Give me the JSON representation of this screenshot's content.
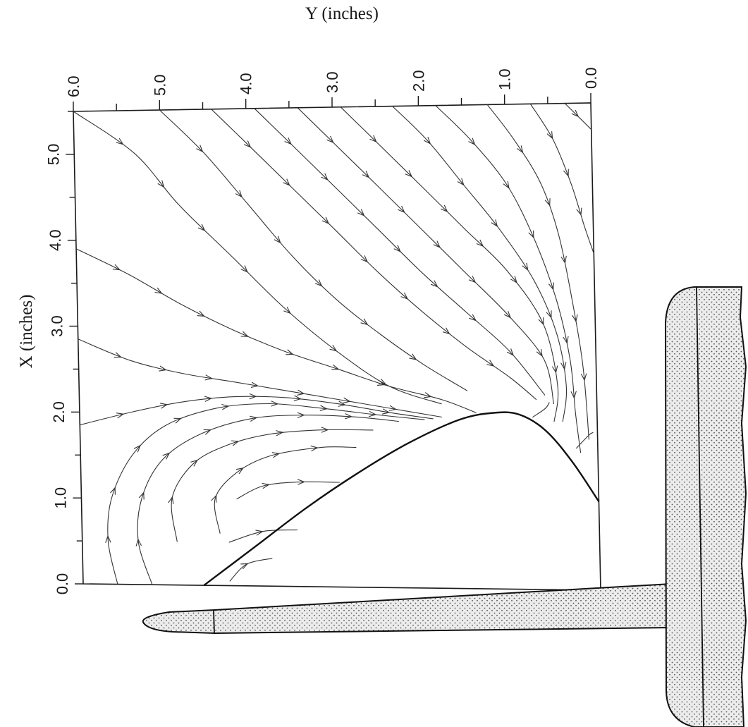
{
  "chart_data": {
    "type": "line",
    "xlabel": "Y (inches)",
    "ylabel": "X (inches)",
    "x_axis": {
      "position": "top",
      "reversed": true,
      "range": [
        0.0,
        6.0
      ],
      "tick_labels": [
        "6.0",
        "5.0",
        "4.0",
        "3.0",
        "2.0",
        "1.0",
        "0.0"
      ],
      "tick_values": [
        6.0,
        5.0,
        4.0,
        3.0,
        2.0,
        1.0,
        0.0
      ]
    },
    "y_axis": {
      "range": [
        0.0,
        5.5
      ],
      "tick_labels": [
        "0.0",
        "1.0",
        "2.0",
        "3.0",
        "4.0",
        "5.0"
      ],
      "tick_values": [
        0.0,
        1.0,
        2.0,
        3.0,
        4.0,
        5.0
      ]
    },
    "boundary_curve": [
      [
        4.6,
        0.0
      ],
      [
        4.0,
        0.45
      ],
      [
        3.4,
        0.9
      ],
      [
        2.8,
        1.3
      ],
      [
        2.2,
        1.65
      ],
      [
        1.6,
        1.92
      ],
      [
        1.2,
        2.0
      ],
      [
        0.9,
        1.98
      ],
      [
        0.6,
        1.8
      ],
      [
        0.3,
        1.45
      ],
      [
        0.0,
        1.0
      ]
    ],
    "streamlines": [
      {
        "points": [
          [
            6.0,
            5.5
          ],
          [
            5.3,
            5.0
          ],
          [
            4.8,
            4.4
          ],
          [
            4.2,
            3.8
          ],
          [
            3.6,
            3.2
          ],
          [
            3.0,
            2.7
          ],
          [
            2.4,
            2.3
          ],
          [
            1.8,
            2.1
          ]
        ],
        "arrows": 7
      },
      {
        "points": [
          [
            5.0,
            5.5
          ],
          [
            4.5,
            5.0
          ],
          [
            4.0,
            4.4
          ],
          [
            3.5,
            3.8
          ],
          [
            3.0,
            3.3
          ],
          [
            2.5,
            2.9
          ],
          [
            2.0,
            2.55
          ],
          [
            1.5,
            2.25
          ]
        ],
        "arrows": 6
      },
      {
        "points": [
          [
            4.4,
            5.5
          ],
          [
            4.0,
            5.1
          ],
          [
            3.5,
            4.6
          ],
          [
            3.0,
            4.1
          ],
          [
            2.5,
            3.6
          ],
          [
            2.0,
            3.15
          ],
          [
            1.5,
            2.75
          ],
          [
            1.0,
            2.4
          ],
          [
            0.7,
            2.15
          ]
        ],
        "arrows": 7
      },
      {
        "points": [
          [
            3.9,
            5.5
          ],
          [
            3.5,
            5.1
          ],
          [
            3.0,
            4.6
          ],
          [
            2.5,
            4.1
          ],
          [
            2.0,
            3.6
          ],
          [
            1.5,
            3.15
          ],
          [
            1.0,
            2.7
          ],
          [
            0.6,
            2.2
          ]
        ],
        "arrows": 7
      },
      {
        "points": [
          [
            3.4,
            5.5
          ],
          [
            3.0,
            5.1
          ],
          [
            2.5,
            4.6
          ],
          [
            2.0,
            4.1
          ],
          [
            1.5,
            3.6
          ],
          [
            1.0,
            3.1
          ],
          [
            0.6,
            2.6
          ],
          [
            0.5,
            2.1
          ]
        ],
        "arrows": 7
      },
      {
        "points": [
          [
            2.9,
            5.5
          ],
          [
            2.5,
            5.1
          ],
          [
            2.0,
            4.6
          ],
          [
            1.5,
            4.1
          ],
          [
            1.0,
            3.6
          ],
          [
            0.6,
            3.0
          ],
          [
            0.45,
            2.3
          ],
          [
            0.5,
            1.9
          ]
        ],
        "arrows": 7
      },
      {
        "points": [
          [
            2.3,
            5.5
          ],
          [
            1.9,
            5.1
          ],
          [
            1.5,
            4.6
          ],
          [
            1.1,
            4.1
          ],
          [
            0.7,
            3.5
          ],
          [
            0.45,
            2.9
          ],
          [
            0.35,
            2.3
          ],
          [
            0.4,
            1.9
          ]
        ],
        "arrows": 6
      },
      {
        "points": [
          [
            1.8,
            5.5
          ],
          [
            1.4,
            5.1
          ],
          [
            1.0,
            4.6
          ],
          [
            0.7,
            4.0
          ],
          [
            0.45,
            3.3
          ],
          [
            0.3,
            2.6
          ],
          [
            0.25,
            2.0
          ],
          [
            0.2,
            1.55
          ]
        ],
        "arrows": 6
      },
      {
        "points": [
          [
            1.2,
            5.5
          ],
          [
            0.9,
            5.1
          ],
          [
            0.6,
            4.6
          ],
          [
            0.4,
            4.0
          ],
          [
            0.25,
            3.2
          ],
          [
            0.15,
            2.5
          ],
          [
            0.1,
            1.7
          ]
        ],
        "arrows": 5
      },
      {
        "points": [
          [
            0.7,
            5.5
          ],
          [
            0.45,
            5.1
          ],
          [
            0.25,
            4.6
          ],
          [
            0.1,
            4.1
          ],
          [
            0.0,
            3.8
          ]
        ],
        "arrows": 3
      },
      {
        "points": [
          [
            0.3,
            5.5
          ],
          [
            0.1,
            5.3
          ],
          [
            0.0,
            5.2
          ]
        ],
        "arrows": 1
      },
      {
        "points": [
          [
            6.0,
            3.9
          ],
          [
            5.4,
            3.6
          ],
          [
            4.8,
            3.25
          ],
          [
            4.2,
            2.95
          ],
          [
            3.6,
            2.7
          ],
          [
            3.0,
            2.5
          ],
          [
            2.4,
            2.3
          ],
          [
            1.8,
            2.15
          ],
          [
            1.4,
            2.0
          ]
        ],
        "arrows": 8
      },
      {
        "points": [
          [
            6.0,
            2.85
          ],
          [
            5.4,
            2.6
          ],
          [
            4.8,
            2.45
          ],
          [
            4.2,
            2.35
          ],
          [
            3.6,
            2.25
          ],
          [
            3.0,
            2.15
          ],
          [
            2.4,
            2.05
          ],
          [
            1.8,
            1.95
          ]
        ],
        "arrows": 7
      },
      {
        "points": [
          [
            6.0,
            1.85
          ],
          [
            5.4,
            2.0
          ],
          [
            4.8,
            2.12
          ],
          [
            4.2,
            2.18
          ],
          [
            3.6,
            2.17
          ],
          [
            3.0,
            2.1
          ],
          [
            2.4,
            2.0
          ],
          [
            1.9,
            1.93
          ]
        ],
        "arrows": 7
      },
      {
        "points": [
          [
            5.6,
            0.0
          ],
          [
            5.7,
            0.5
          ],
          [
            5.65,
            1.0
          ],
          [
            5.4,
            1.5
          ],
          [
            5.0,
            1.85
          ],
          [
            4.4,
            2.05
          ],
          [
            3.8,
            2.1
          ],
          [
            3.2,
            2.05
          ],
          [
            2.6,
            1.98
          ],
          [
            2.0,
            1.92
          ]
        ],
        "arrows": 8
      },
      {
        "points": [
          [
            5.2,
            0.0
          ],
          [
            5.35,
            0.5
          ],
          [
            5.3,
            1.0
          ],
          [
            5.05,
            1.45
          ],
          [
            4.6,
            1.75
          ],
          [
            4.0,
            1.93
          ],
          [
            3.4,
            1.97
          ],
          [
            2.8,
            1.95
          ],
          [
            2.3,
            1.9
          ]
        ],
        "arrows": 7
      },
      {
        "points": [
          [
            4.9,
            0.5
          ],
          [
            4.95,
            1.0
          ],
          [
            4.7,
            1.4
          ],
          [
            4.3,
            1.62
          ],
          [
            3.8,
            1.75
          ],
          [
            3.2,
            1.8
          ],
          [
            2.6,
            1.8
          ]
        ],
        "arrows": 5
      },
      {
        "points": [
          [
            4.4,
            0.6
          ],
          [
            4.45,
            1.0
          ],
          [
            4.2,
            1.3
          ],
          [
            3.8,
            1.5
          ],
          [
            3.2,
            1.6
          ],
          [
            2.8,
            1.6
          ]
        ],
        "arrows": 4
      },
      {
        "points": [
          [
            4.2,
            1.0
          ],
          [
            3.9,
            1.15
          ],
          [
            3.5,
            1.2
          ],
          [
            3.0,
            1.2
          ]
        ],
        "arrows": 2
      },
      {
        "points": [
          [
            4.3,
            0.5
          ],
          [
            3.9,
            0.63
          ],
          [
            3.5,
            0.65
          ]
        ],
        "arrows": 1
      },
      {
        "points": [
          [
            4.3,
            0.05
          ],
          [
            4.1,
            0.25
          ],
          [
            3.8,
            0.32
          ]
        ],
        "arrows": 1
      },
      {
        "points": [
          [
            0.75,
            1.95
          ],
          [
            0.6,
            2.05
          ],
          [
            0.55,
            2.12
          ]
        ],
        "arrows": 0
      },
      {
        "points": [
          [
            0.25,
            1.6
          ],
          [
            0.1,
            1.75
          ],
          [
            0.05,
            1.78
          ]
        ],
        "arrows": 0
      }
    ]
  },
  "shapes": {
    "pointer_fill": "#e3e3e3",
    "block_fill": "#e3e3e3",
    "stroke": "#111111"
  }
}
